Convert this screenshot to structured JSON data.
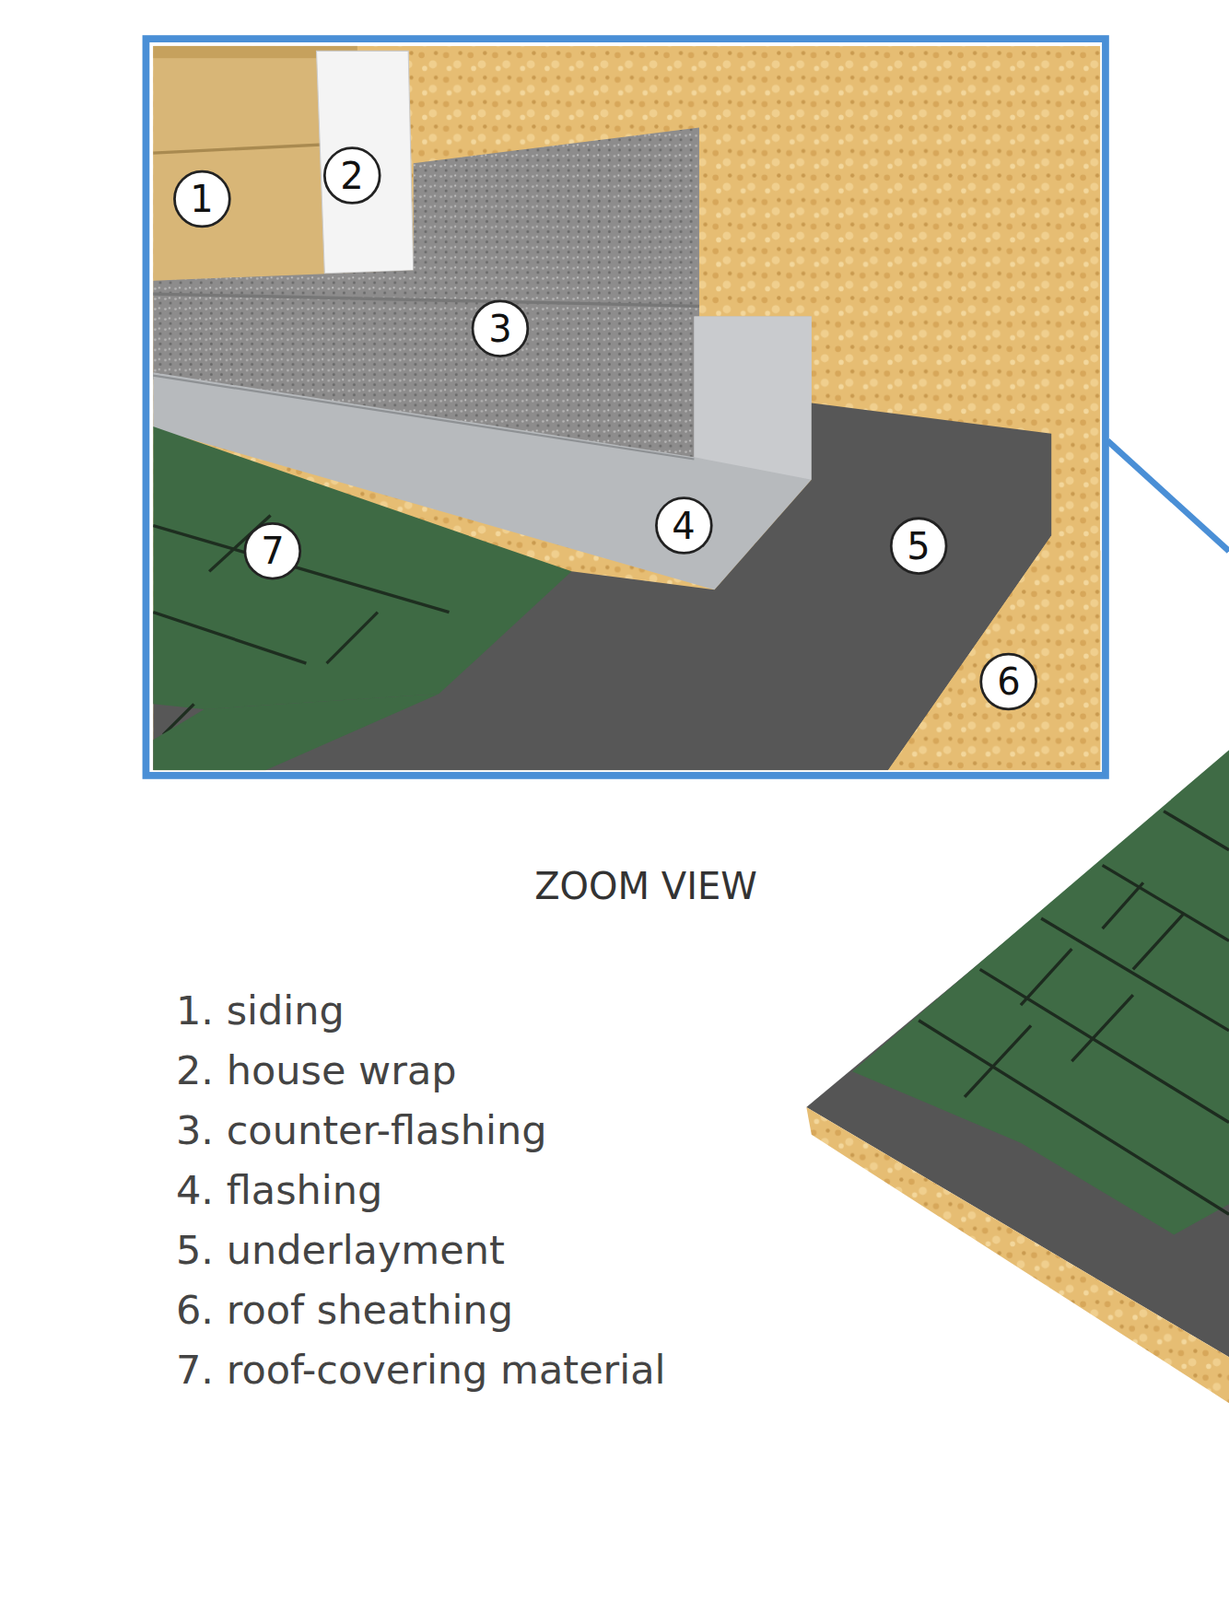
{
  "diagram": {
    "labels": [
      "1",
      "2",
      "3",
      "4",
      "5",
      "6",
      "7",
      "ZOOM VIEW",
      "1. siding",
      "2. house wrap",
      "3. counter-flashing",
      "4. flashing",
      "5. underlayment",
      "6. roof sheathing",
      "7. roof-covering material"
    ]
  }
}
